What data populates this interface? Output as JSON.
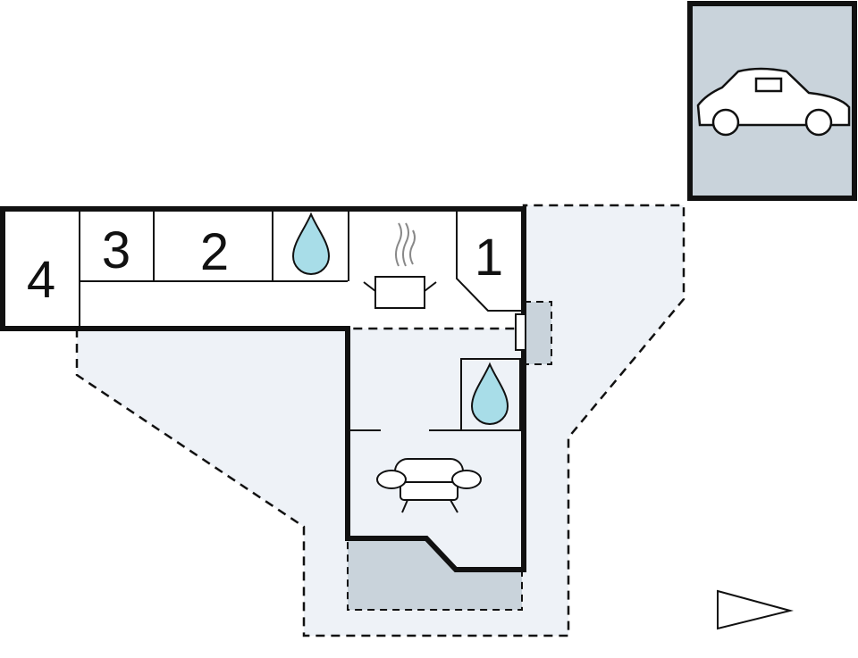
{
  "rooms": [
    {
      "id": "room-1",
      "label": "1"
    },
    {
      "id": "room-2",
      "label": "2"
    },
    {
      "id": "room-3",
      "label": "3"
    },
    {
      "id": "room-4",
      "label": "4"
    }
  ],
  "icons": [
    "car-icon",
    "water-drop-icon",
    "steaming-pot-icon",
    "armchair-icon",
    "north-arrow-icon"
  ],
  "colors": {
    "terrace_fill": "#eef2f7",
    "paved_fill": "#c9d3db",
    "water_drop": "#a8dde8",
    "wall": "#111111"
  }
}
